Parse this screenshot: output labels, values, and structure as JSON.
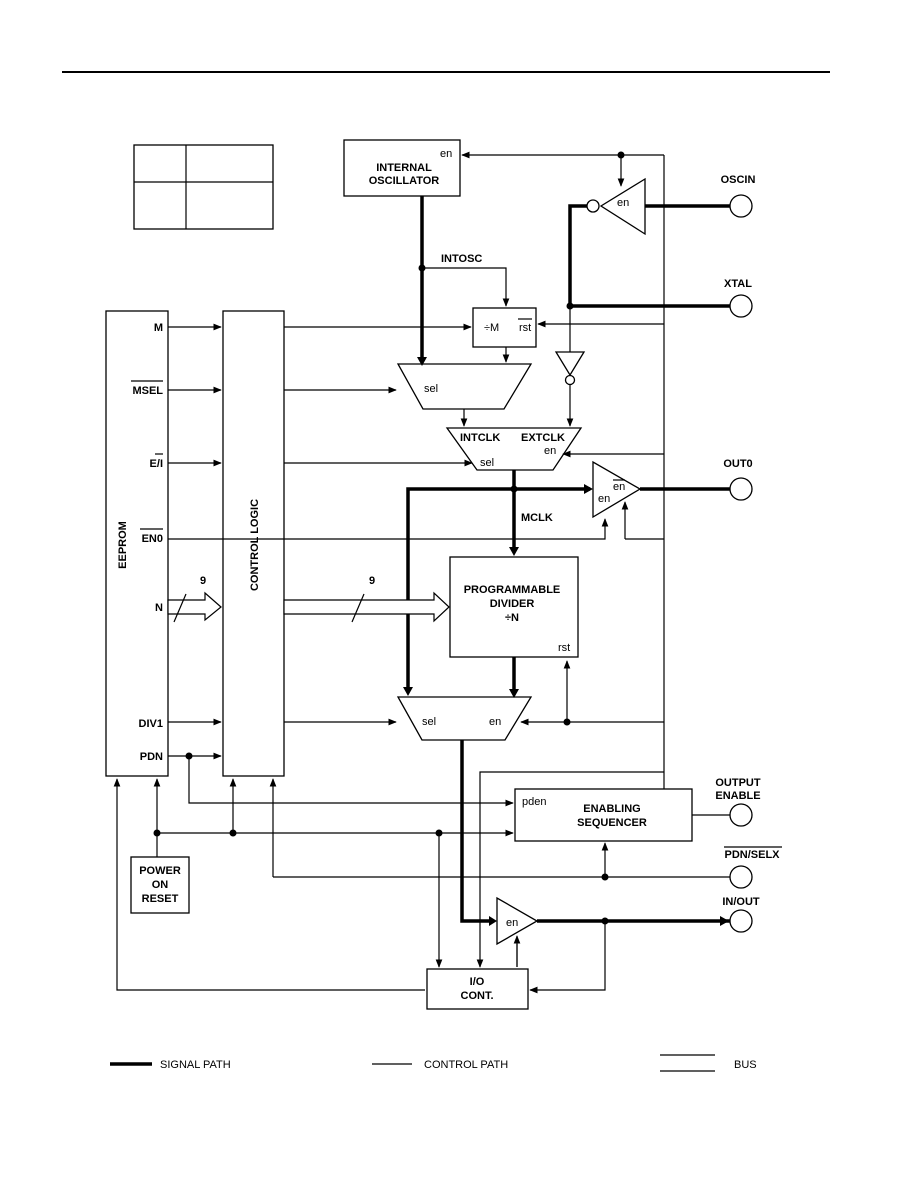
{
  "pins": {
    "oscin": "OSCIN",
    "xtal": "XTAL",
    "out0": "OUT0",
    "output_enable_1": "OUTPUT",
    "output_enable_2": "ENABLE",
    "pdn_selx": "PDN/SELX",
    "in_out": "IN/OUT"
  },
  "blocks": {
    "internal_osc_1": "INTERNAL",
    "internal_osc_2": "OSCILLATOR",
    "eeprom": "EEPROM",
    "control_logic": "CONTROL LOGIC",
    "div_m": "÷M",
    "prog_div_1": "PROGRAMMABLE",
    "prog_div_2": "DIVIDER",
    "prog_div_3": "÷N",
    "enabling_seq_1": "ENABLING",
    "enabling_seq_2": "SEQUENCER",
    "por_1": "POWER",
    "por_2": "ON",
    "por_3": "RESET",
    "io_cont_1": "I/O",
    "io_cont_2": "CONT."
  },
  "signals": {
    "m": "M",
    "msel": "MSEL",
    "ei": "E/I",
    "en0": "EN0",
    "n": "N",
    "div1": "DIV1",
    "pdn": "PDN",
    "intosc": "INTOSC",
    "intclk": "INTCLK",
    "extclk": "EXTCLK",
    "mclk": "MCLK",
    "bus_width_1": "9",
    "bus_width_2": "9"
  },
  "small_labels": {
    "en": "en",
    "sel": "sel",
    "rst": "rst",
    "pden": "pden"
  },
  "legend": {
    "signal_path": "SIGNAL PATH",
    "control_path": "CONTROL PATH",
    "bus": "BUS"
  }
}
